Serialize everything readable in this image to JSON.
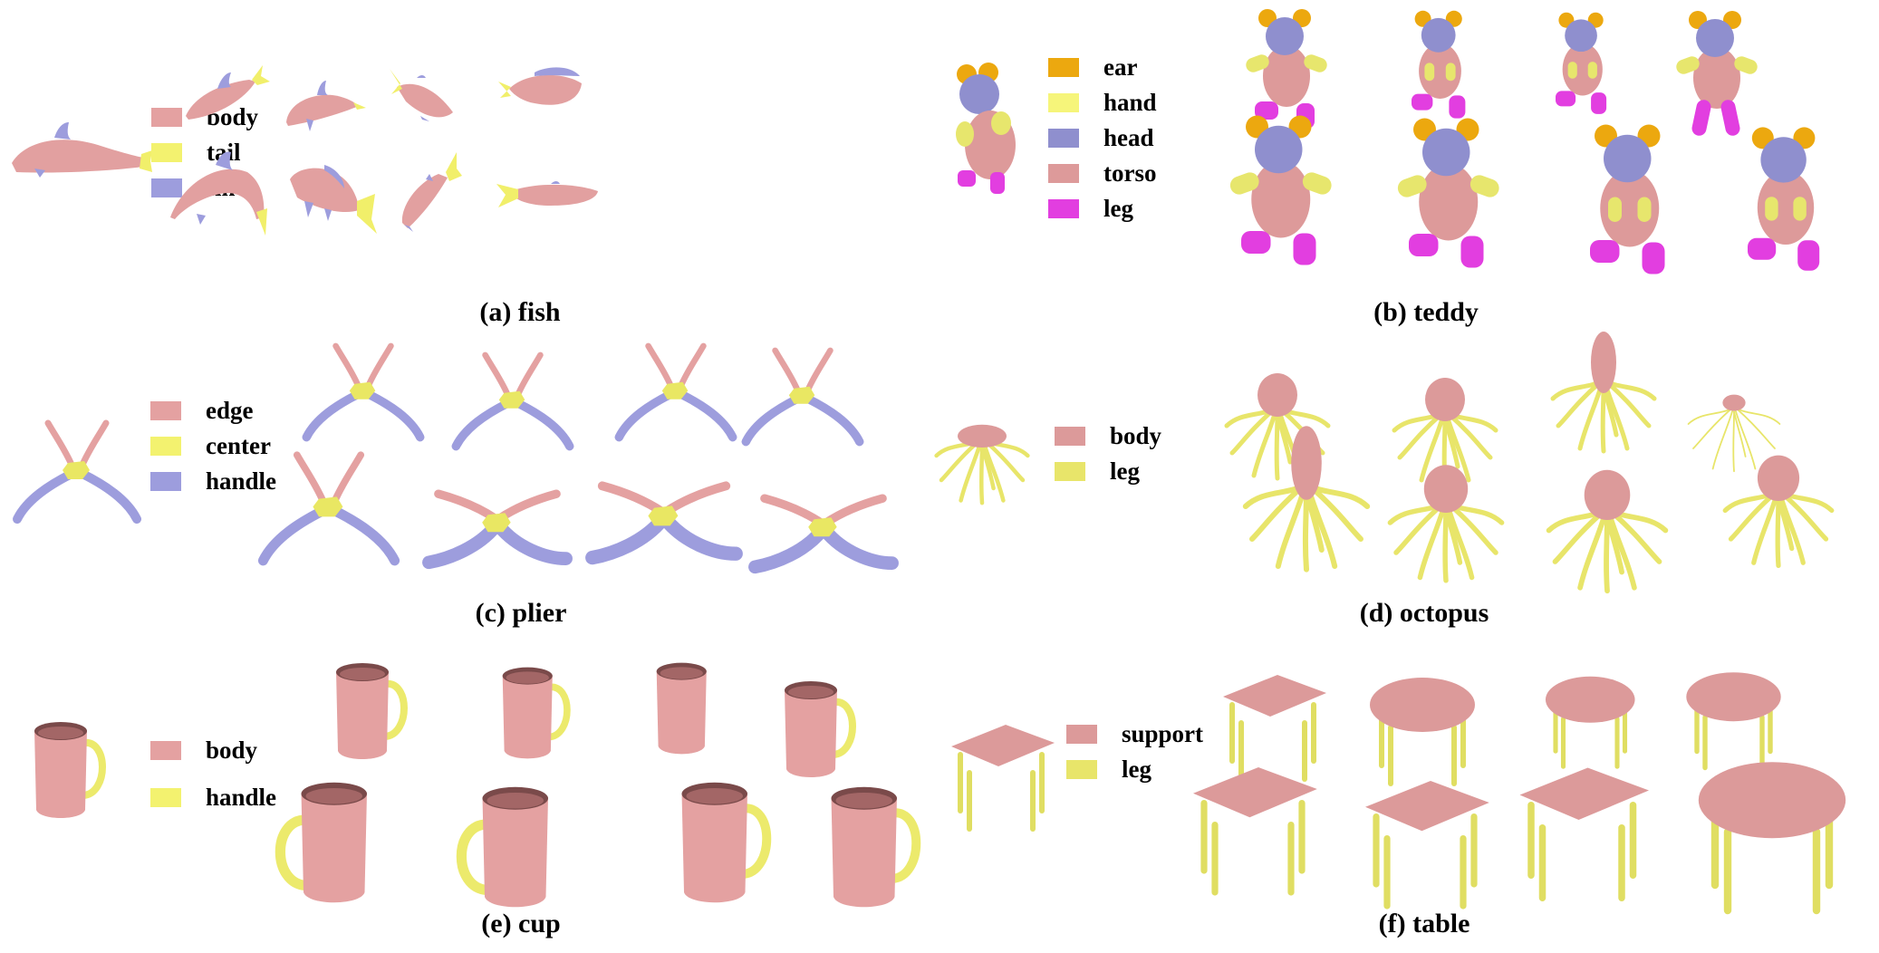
{
  "figure": {
    "panels": [
      {
        "id": "fish",
        "caption": "(a) fish",
        "legend": [
          {
            "label": "body",
            "color": "#e4a1a1"
          },
          {
            "label": "tail",
            "color": "#f3f26f"
          },
          {
            "label": "fin",
            "color": "#9d9ddd"
          }
        ]
      },
      {
        "id": "teddy",
        "caption": "(b) teddy",
        "legend": [
          {
            "label": "ear",
            "color": "#eca80f"
          },
          {
            "label": "hand",
            "color": "#f6f57a"
          },
          {
            "label": "head",
            "color": "#8f8fce"
          },
          {
            "label": "torso",
            "color": "#dd9a9a"
          },
          {
            "label": "leg",
            "color": "#e23ee0"
          }
        ]
      },
      {
        "id": "plier",
        "caption": "(c) plier",
        "legend": [
          {
            "label": "edge",
            "color": "#e4a1a1"
          },
          {
            "label": "center",
            "color": "#f3f26f"
          },
          {
            "label": "handle",
            "color": "#9d9ddd"
          }
        ]
      },
      {
        "id": "octopus",
        "caption": "(d) octopus",
        "legend": [
          {
            "label": "body",
            "color": "#dc9a9a"
          },
          {
            "label": "leg",
            "color": "#e8e56a"
          }
        ]
      },
      {
        "id": "cup",
        "caption": "(e) cup",
        "legend": [
          {
            "label": "body",
            "color": "#e4a1a1"
          },
          {
            "label": "handle",
            "color": "#f3f26f"
          }
        ]
      },
      {
        "id": "table",
        "caption": "(f) table",
        "legend": [
          {
            "label": "support",
            "color": "#dc9a9a"
          },
          {
            "label": "leg",
            "color": "#e8e56a"
          }
        ]
      }
    ]
  }
}
